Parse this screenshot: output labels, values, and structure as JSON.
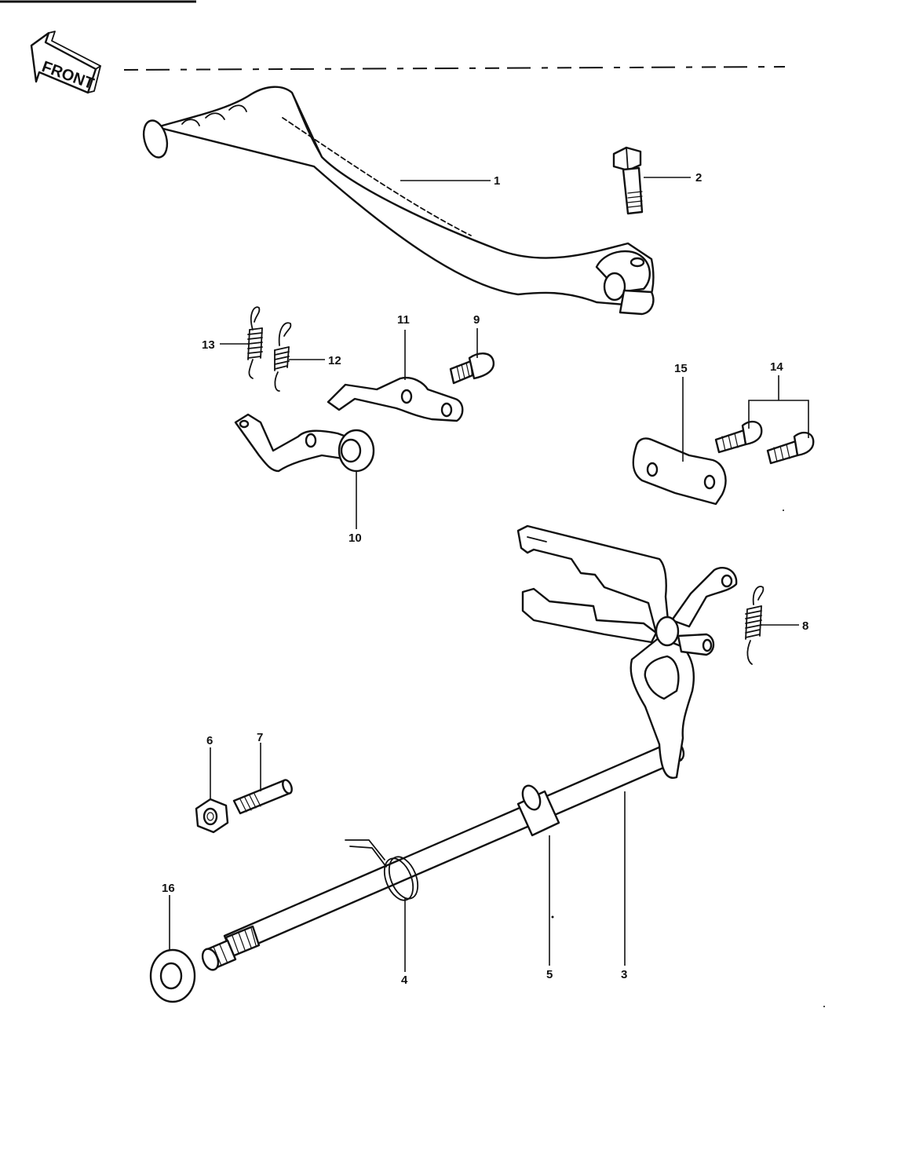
{
  "orientation": {
    "label": "FRONT",
    "icon": "arrow-left-icon"
  },
  "callouts": {
    "c1": "1",
    "c2": "2",
    "c3": "3",
    "c4": "4",
    "c5": "5",
    "c6": "6",
    "c7": "7",
    "c8": "8",
    "c9": "9",
    "c10": "10",
    "c11": "11",
    "c12": "12",
    "c13": "13",
    "c14": "14",
    "c15": "15",
    "c16": "16"
  }
}
